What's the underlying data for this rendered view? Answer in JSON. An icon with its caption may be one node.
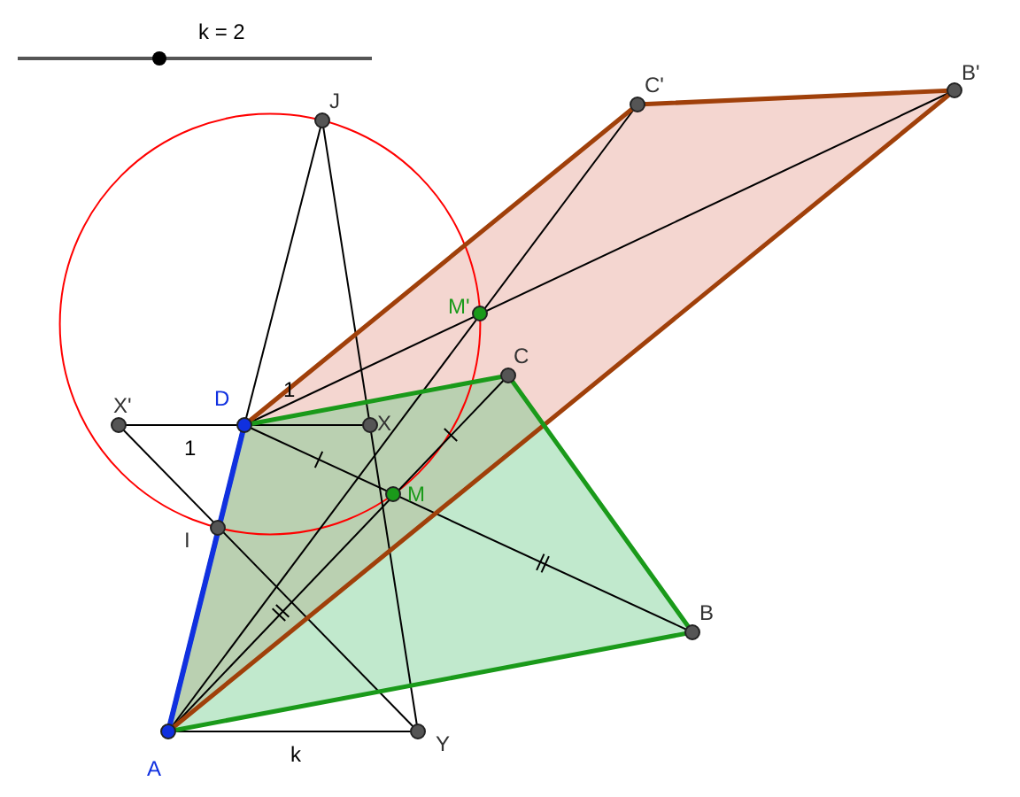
{
  "diagram": {
    "labels": [
      "k = 2",
      "J",
      "C'",
      "B'",
      "M'",
      "D",
      "1",
      "C",
      "X'",
      "X",
      "1",
      "M",
      "I",
      "B",
      "A",
      "k",
      "Y"
    ]
  }
}
